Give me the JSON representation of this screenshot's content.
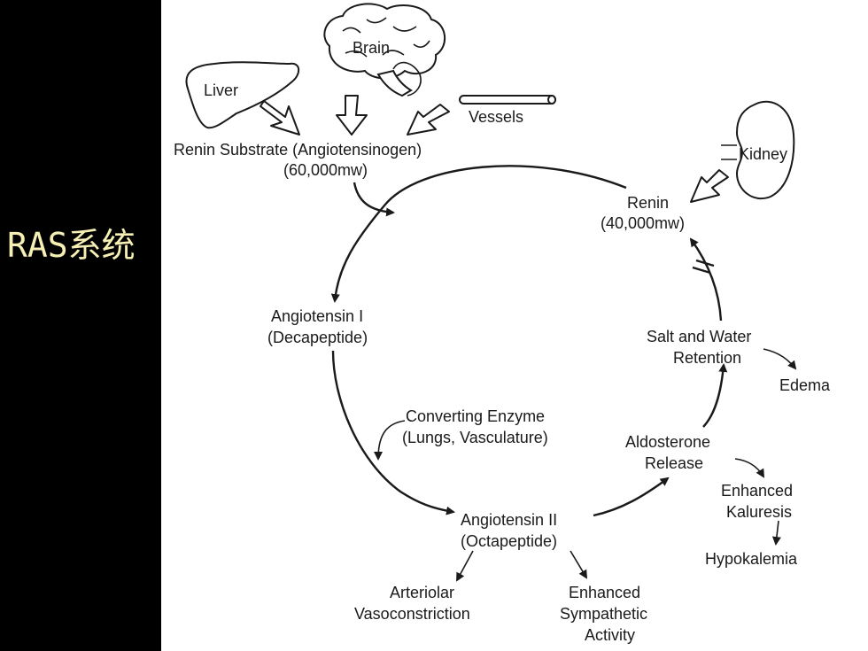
{
  "slide": {
    "title": "RAS系统"
  },
  "organs": {
    "liver": "Liver",
    "brain": "Brain",
    "vessels": "Vessels",
    "kidney": "Kidney"
  },
  "nodes": {
    "renin_substrate": {
      "line1": "Renin Substrate (Angiotensinogen)",
      "line2": "(60,000mw)"
    },
    "renin": {
      "line1": "Renin",
      "line2": "(40,000mw)"
    },
    "angiotensin_1": {
      "line1": "Angiotensin I",
      "line2": "(Decapeptide)"
    },
    "converting_enzyme": {
      "line1": "Converting Enzyme",
      "line2": "(Lungs, Vasculature)"
    },
    "angiotensin_2": {
      "line1": "Angiotensin II",
      "line2": "(Octapeptide)"
    },
    "aldosterone": {
      "line1": "Aldosterone",
      "line2": "Release"
    },
    "salt_water": {
      "line1": "Salt and Water",
      "line2": "Retention"
    },
    "edema": {
      "line1": "Edema"
    },
    "kaluresis": {
      "line1": "Enhanced",
      "line2": "Kaluresis"
    },
    "hypokalemia": {
      "line1": "Hypokalemia"
    },
    "vasoconstriction": {
      "line1": "Arteriolar",
      "line2": "Vasoconstriction"
    },
    "sympathetic": {
      "line1": "Enhanced",
      "line2": "Sympathetic",
      "line3": "Activity"
    }
  }
}
